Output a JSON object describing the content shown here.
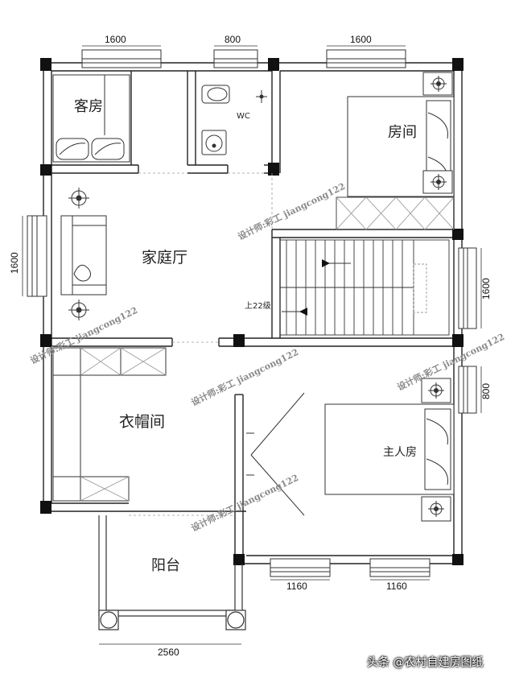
{
  "rooms": {
    "guest_room": "客房",
    "bedroom": "房间",
    "wc": "WC",
    "family_hall": "家庭厅",
    "wardrobe": "衣帽间",
    "master_room": "主人房",
    "balcony": "阳台"
  },
  "stair_label": "上22级",
  "dimensions": {
    "top_left_window": "1600",
    "top_wc_window": "800",
    "top_right_window": "1600",
    "left_window": "1600",
    "right_window": "1600",
    "right_small_window": "800",
    "bottom_window_1": "1160",
    "bottom_window_2": "1160",
    "balcony_width": "2560"
  },
  "watermark": "设计师:彩工 jiangcong122",
  "credit": "头条 @农村自建房图纸",
  "colors": {
    "wall": "#111111",
    "line": "#333333",
    "dash": "#9a9a9a"
  }
}
